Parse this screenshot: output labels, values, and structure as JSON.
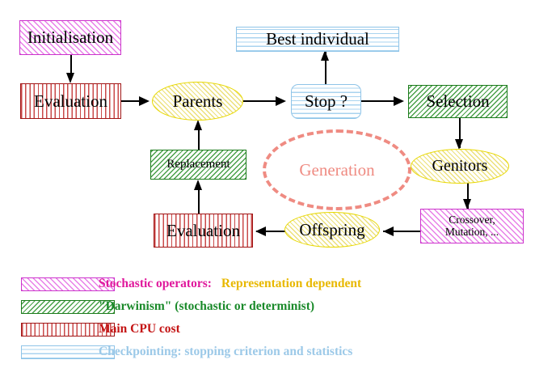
{
  "diagram": {
    "title": "Evolutionary Algorithm Cycle",
    "nodes": [
      {
        "id": "initialisation",
        "label": "Initialisation",
        "shape": "rect",
        "style": "magenta"
      },
      {
        "id": "evaluation_top",
        "label": "Evaluation",
        "shape": "rect",
        "style": "red"
      },
      {
        "id": "parents",
        "label": "Parents",
        "shape": "ellipse",
        "style": "yellow"
      },
      {
        "id": "best_individual",
        "label": "Best individual",
        "shape": "rect",
        "style": "blue"
      },
      {
        "id": "stop",
        "label": "Stop ?",
        "shape": "rounded",
        "style": "blue"
      },
      {
        "id": "selection",
        "label": "Selection",
        "shape": "rect",
        "style": "green"
      },
      {
        "id": "genitors",
        "label": "Genitors",
        "shape": "ellipse",
        "style": "yellow"
      },
      {
        "id": "crossover",
        "label": "Crossover,\nMutation, ...",
        "label_line1": "Crossover,",
        "label_line2": "Mutation, ...",
        "shape": "rect",
        "style": "magenta"
      },
      {
        "id": "offspring",
        "label": "Offspring",
        "shape": "ellipse",
        "style": "yellow"
      },
      {
        "id": "evaluation_bottom",
        "label": "Evaluation",
        "shape": "rect",
        "style": "red"
      },
      {
        "id": "replacement",
        "label": "Replacement",
        "shape": "rect",
        "style": "green"
      },
      {
        "id": "generation",
        "label": "Generation",
        "shape": "dashed-ellipse",
        "style": "salmon"
      }
    ],
    "legend": [
      {
        "pattern": "diagonal-magenta",
        "text_primary": "Stochastic operators:",
        "text_secondary": "Representation dependent",
        "color_primary": "#e0189c",
        "color_secondary": "#e8b800"
      },
      {
        "pattern": "diagonal-green",
        "text_primary": "\"Darwinism\" (stochastic or determinist)",
        "text_secondary": "",
        "color_primary": "#1a8a2a",
        "color_secondary": ""
      },
      {
        "pattern": "vertical-red",
        "text_primary": "Main CPU cost",
        "text_secondary": "",
        "color_primary": "#c41414",
        "color_secondary": ""
      },
      {
        "pattern": "horizontal-blue",
        "text_primary": "Checkpointing: stopping criterion and statistics",
        "text_secondary": "",
        "color_primary": "#9cc9e8",
        "color_secondary": ""
      }
    ],
    "colors": {
      "magenta_border": "#cc33cc",
      "green_border": "#1a7a1a",
      "red_border": "#a01616",
      "blue_border": "#8fc4e8",
      "yellow_border": "#e8d800",
      "salmon": "#ef8b82",
      "arrow": "#000000"
    }
  }
}
